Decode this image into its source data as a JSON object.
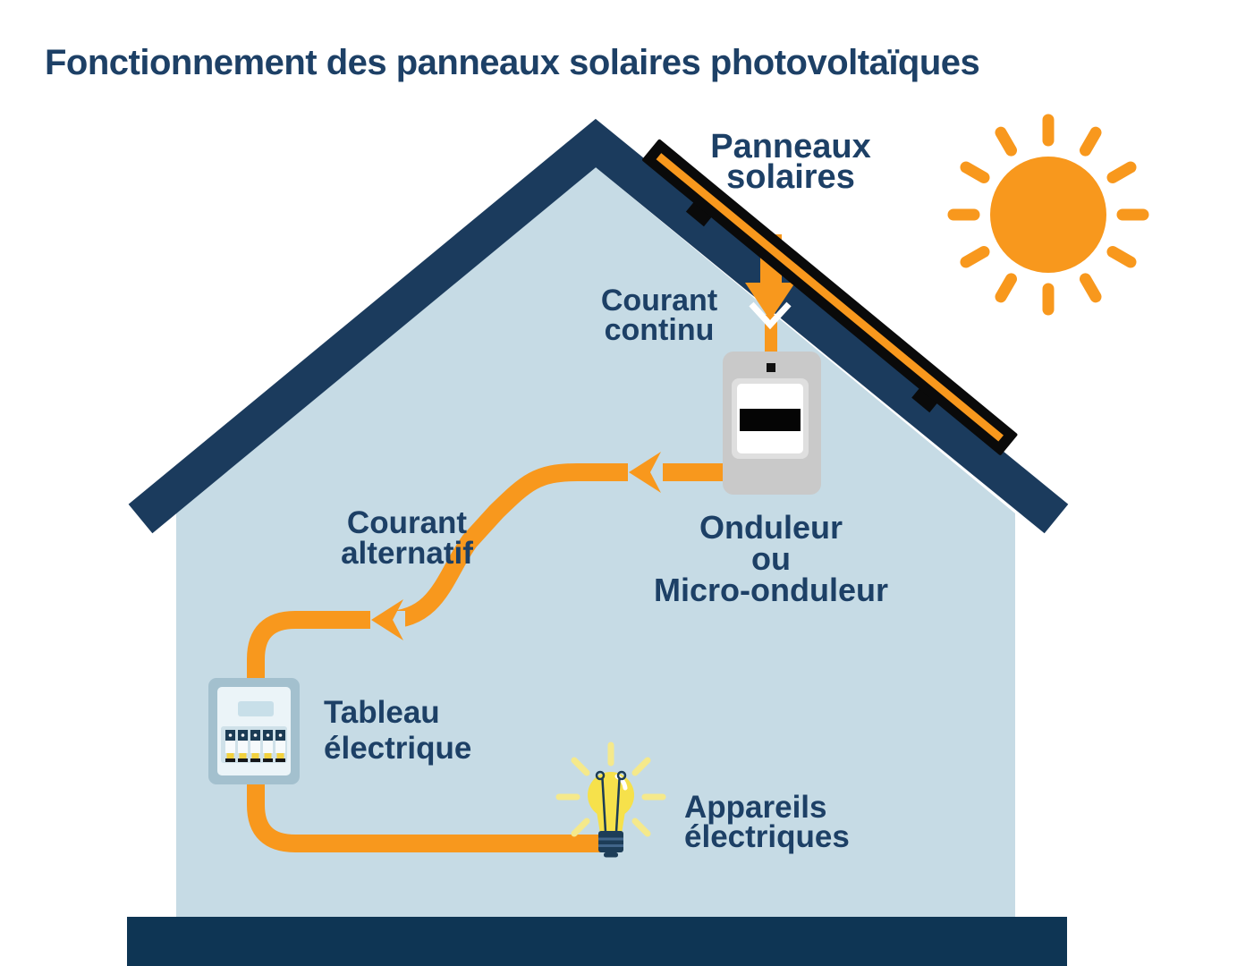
{
  "title": "Fonctionnement des panneaux solaires photovoltaïques",
  "labels": {
    "solar_panels": [
      "Panneaux",
      "solaires"
    ],
    "direct_current": [
      "Courant",
      "continu"
    ],
    "inverter": [
      "Onduleur",
      "ou",
      "Micro-onduleur"
    ],
    "alternating_current": [
      "Courant",
      "alternatif"
    ],
    "electrical_panel": [
      "Tableau",
      "électrique"
    ],
    "electrical_appliances": [
      "Appareils",
      "électriques"
    ]
  },
  "colors": {
    "navy_roof": "#1B3B5D",
    "navy_floor": "#0E3554",
    "text_navy": "#1D4066",
    "wall_blue": "#C6DBE5",
    "flow_orange": "#F8981D",
    "panel_black": "#0A0A0A",
    "inverter_gray": "#C9C9C9",
    "bulb_yellow": "#F6E14B",
    "bulb_ray_yellow": "#F5E98B",
    "breaker_frame_blue": "#A3C0CE"
  },
  "icons": {
    "sun": "sun-icon",
    "solar_panel": "solar-panel-icon",
    "inverter": "inverter-icon",
    "electrical_panel": "breaker-box-icon",
    "light_bulb": "light-bulb-icon"
  }
}
